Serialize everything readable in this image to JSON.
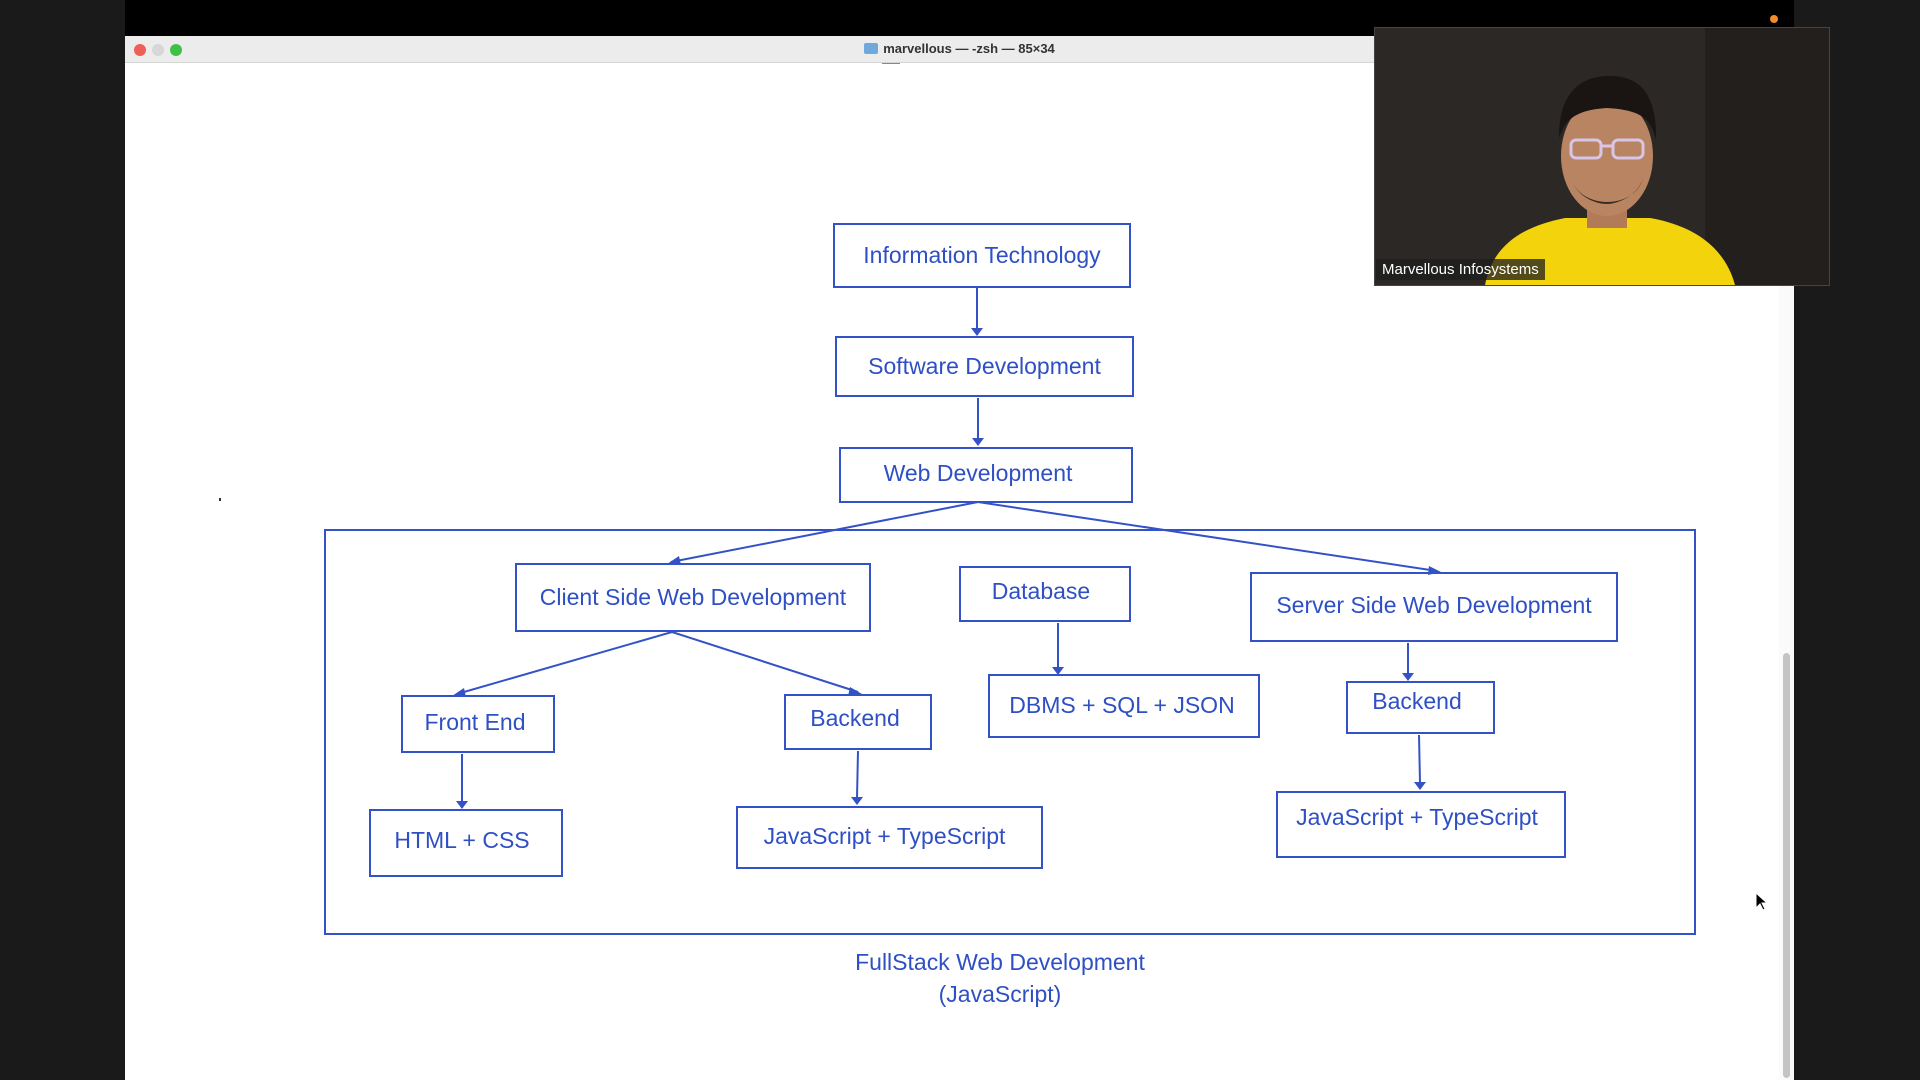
{
  "window": {
    "title": "marvellous — -zsh — 85×34"
  },
  "diagram": {
    "it": "Information Technology",
    "software": "Software Development",
    "web": "Web Development",
    "client": "Client Side Web Development",
    "database": "Database",
    "server": "Server Side Web Development",
    "frontend": "Front End",
    "backend_client": "Backend",
    "dbms": "DBMS + SQL + JSON",
    "backend_server": "Backend",
    "html": "HTML + CSS",
    "js_client": "JavaScript + TypeScript",
    "js_server": "JavaScript + TypeScript",
    "caption_line1": "FullStack Web Development",
    "caption_line2": "(JavaScript)"
  },
  "video": {
    "participant_name": "Marvellous Infosystems"
  },
  "colors": {
    "diagram_blue": "#3452c8",
    "shirt_yellow": "#f2d30c"
  }
}
